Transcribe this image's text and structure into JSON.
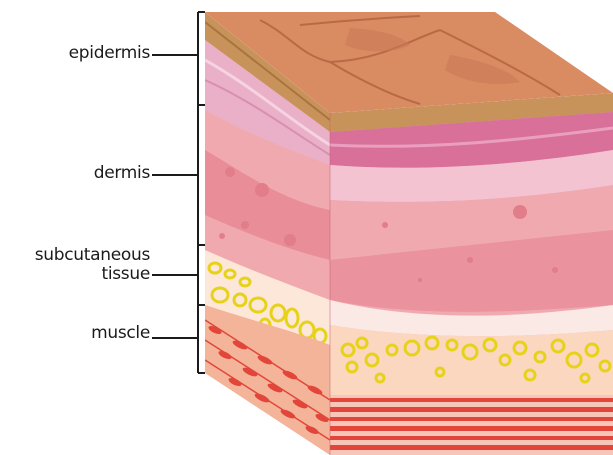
{
  "diagram": {
    "labels": {
      "epidermis": "epidermis",
      "dermis": "dermis",
      "subcutaneous_line1": "subcutaneous",
      "subcutaneous_line2": "tissue",
      "muscle": "muscle"
    },
    "colors": {
      "skin_top": "#d98b62",
      "epidermis_band": "#c8935a",
      "dermis_pink": "#e79aa8",
      "dermis_deep": "#d8709a",
      "fat_yellow": "#e7d21a",
      "muscle_red": "#e2463a",
      "outline": "#2a2a2a"
    }
  }
}
